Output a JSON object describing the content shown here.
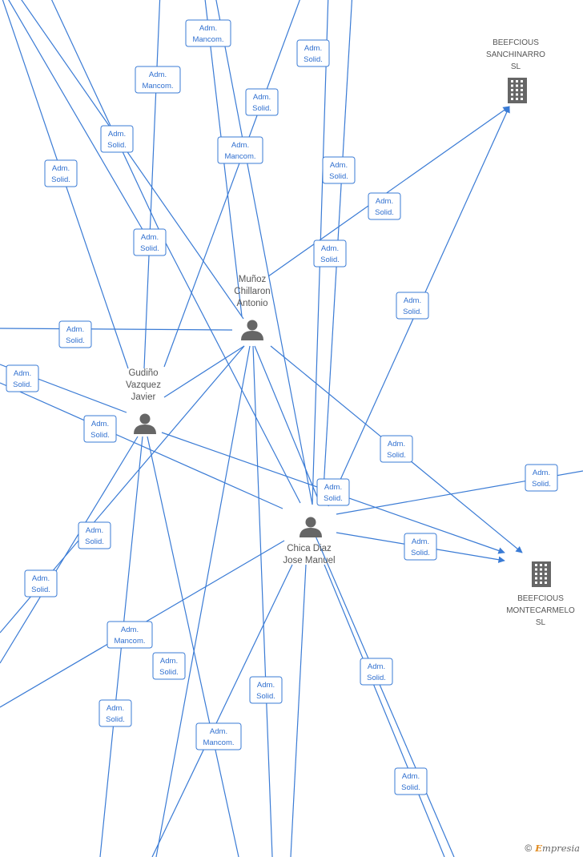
{
  "persons": [
    {
      "id": "munoz",
      "lines": [
        "Muñoz",
        "Chillaron",
        "Antonio"
      ]
    },
    {
      "id": "gudino",
      "lines": [
        "Gudiño",
        "Vazquez",
        "Javier"
      ]
    },
    {
      "id": "chica",
      "lines": [
        "Chica Diaz",
        "Jose Manuel"
      ]
    }
  ],
  "companies": [
    {
      "id": "sanchinarro",
      "lines": [
        "BEEFCIOUS",
        "SANCHINARRO",
        "SL"
      ]
    },
    {
      "id": "montecarmelo",
      "lines": [
        "BEEFCIOUS",
        "MONTECARMELO",
        "SL"
      ]
    }
  ],
  "edge_labels": [
    {
      "lines": [
        "Adm.",
        "Mancom."
      ]
    },
    {
      "lines": [
        "Adm.",
        "Solid."
      ]
    },
    {
      "lines": [
        "Adm.",
        "Mancom."
      ]
    },
    {
      "lines": [
        "Adm.",
        "Solid."
      ]
    },
    {
      "lines": [
        "Adm.",
        "Solid."
      ]
    },
    {
      "lines": [
        "Adm.",
        "Mancom."
      ]
    },
    {
      "lines": [
        "Adm.",
        "Solid."
      ]
    },
    {
      "lines": [
        "Adm.",
        "Solid."
      ]
    },
    {
      "lines": [
        "Adm.",
        "Solid."
      ]
    },
    {
      "lines": [
        "Adm.",
        "Solid."
      ]
    },
    {
      "lines": [
        "Adm.",
        "Solid."
      ]
    },
    {
      "lines": [
        "Adm.",
        "Solid."
      ]
    },
    {
      "lines": [
        "Adm.",
        "Solid."
      ]
    },
    {
      "lines": [
        "Adm.",
        "Solid."
      ]
    },
    {
      "lines": [
        "Adm.",
        "Solid."
      ]
    },
    {
      "lines": [
        "Adm.",
        "Solid."
      ]
    },
    {
      "lines": [
        "Adm.",
        "Solid."
      ]
    },
    {
      "lines": [
        "Adm.",
        "Solid."
      ]
    },
    {
      "lines": [
        "Adm.",
        "Solid."
      ]
    },
    {
      "lines": [
        "Adm.",
        "Solid."
      ]
    },
    {
      "lines": [
        "Adm.",
        "Solid."
      ]
    },
    {
      "lines": [
        "Adm.",
        "Mancom."
      ]
    },
    {
      "lines": [
        "Adm.",
        "Solid."
      ]
    },
    {
      "lines": [
        "Adm.",
        "Solid."
      ]
    },
    {
      "lines": [
        "Adm.",
        "Solid."
      ]
    },
    {
      "lines": [
        "Adm.",
        "Solid."
      ]
    },
    {
      "lines": [
        "Adm.",
        "Mancom."
      ]
    },
    {
      "lines": [
        "Adm.",
        "Solid."
      ]
    }
  ],
  "footer": {
    "copyright": "©",
    "brand_initial": "E",
    "brand_rest": "mpresia"
  },
  "colors": {
    "edge": "#3a7bd5",
    "label_text": "#2f6fcf",
    "node_icon": "#666666",
    "brand_accent": "#e08a1e"
  }
}
